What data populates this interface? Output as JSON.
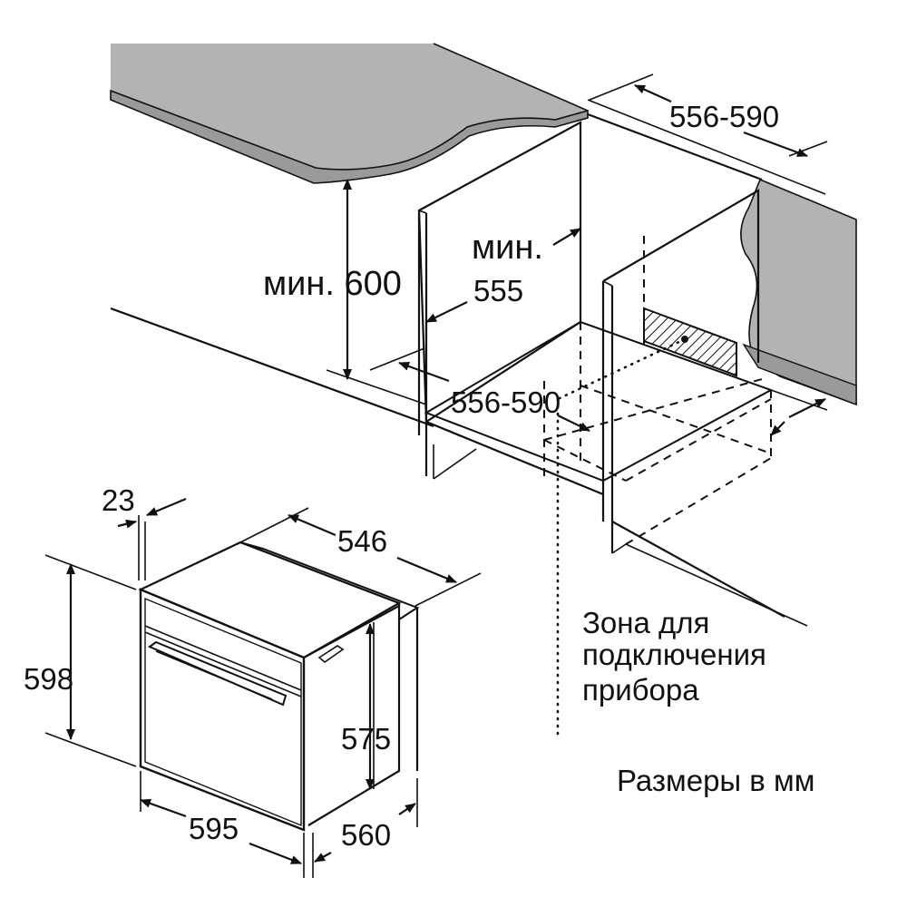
{
  "labels": {
    "niche_width_top": "556-590",
    "min_height_text": "мин. 600",
    "min_depth_line1": "мин.",
    "min_depth_line2": "555",
    "niche_width_bottom": "556-590",
    "front_thickness": "23",
    "depth_body": "546",
    "height_total": "598",
    "height_body": "575",
    "width_front": "595",
    "width_body": "560",
    "connection_zone_line1": "Зона для",
    "connection_zone_line2": "подключения",
    "connection_zone_line3": "прибора",
    "units_note": "Размеры в мм"
  },
  "colors": {
    "countertop": "#b3b3b3",
    "wall": "#b3b3b3",
    "line": "#111111"
  },
  "icons": {
    "connection_zone": "hatched-socket-icon",
    "oven_handle": "handle-icon"
  }
}
